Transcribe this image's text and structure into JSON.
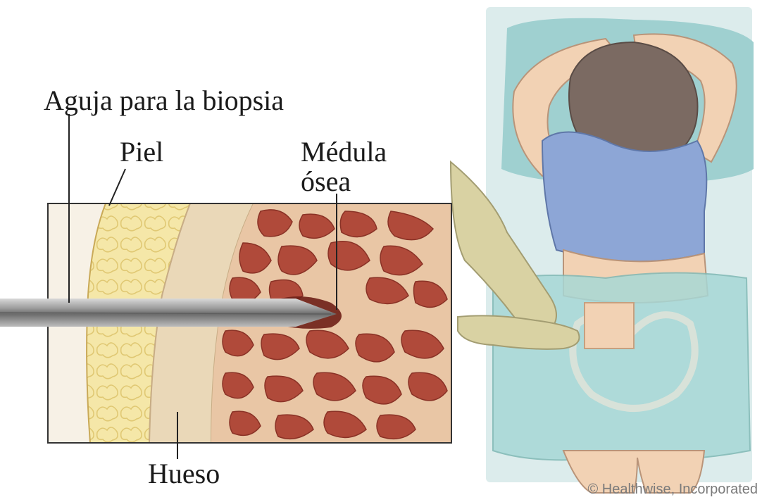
{
  "labels": {
    "needle": "Aguja para la biopsia",
    "skin": "Piel",
    "marrow_line1": "Médula",
    "marrow_line2": "ósea",
    "bone": "Hueso"
  },
  "credit": "© Healthwise, Incorporated",
  "colors": {
    "fat": "#f3e49c",
    "bone": "#ead8b8",
    "marrow": "#b04a3a",
    "needle": "#8f8f8f",
    "sheet": "#cfe6e6",
    "shirt": "#8da6d6",
    "hair": "#7b6a62",
    "skin": "#f2d2b4"
  },
  "icons": {
    "tissue_cross_section": "tissue-cross-section-illustration",
    "patient": "patient-lying-prone-illustration",
    "needle": "biopsy-needle-illustration"
  }
}
